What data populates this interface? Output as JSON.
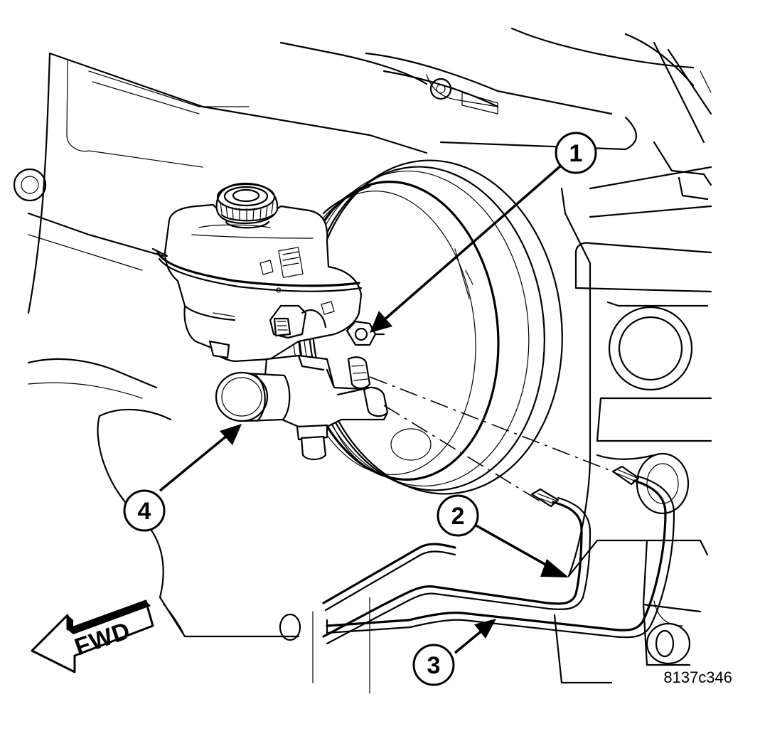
{
  "figure_id": "8137c346",
  "direction_label": "FWD",
  "callouts": [
    {
      "label": "1",
      "part": "mounting-nut"
    },
    {
      "label": "2",
      "part": "brake-line-primary"
    },
    {
      "label": "3",
      "part": "brake-line-secondary"
    },
    {
      "label": "4",
      "part": "master-cylinder"
    }
  ],
  "colors": {
    "ink": "#000000",
    "paper": "#ffffff"
  }
}
